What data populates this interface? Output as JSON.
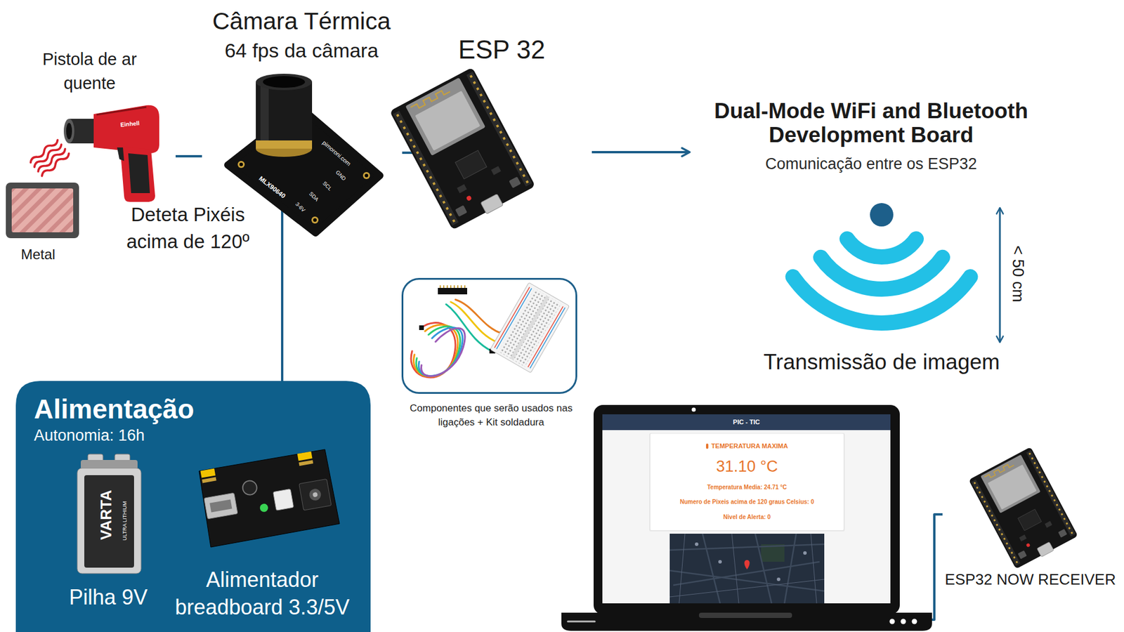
{
  "diagram": {
    "nodes": [
      {
        "text": [
          "Pistola de ar quente"
        ]
      },
      {
        "text": [
          "Metal"
        ]
      },
      {
        "text": [
          "Câmara Térmica",
          "64 fps da câmara"
        ]
      },
      {
        "text": [
          "ESP 32"
        ]
      },
      {
        "text": [
          "Dual-Mode WiFi and Bluetooth Development Board",
          "Comunicação entre os ESP32"
        ]
      },
      {
        "text": [
          "Transmissão de imagem"
        ]
      },
      {
        "text": [
          "Componentes que serão usados nas ligações + Kit soldadura"
        ]
      },
      {
        "text": [
          "Alimentação",
          "Autonomia: 16h"
        ]
      },
      {
        "text": [
          "Pilha 9V"
        ],
        "in": 7
      },
      {
        "text": [
          "Alimentador breadboard 3.3/5V"
        ],
        "in": 7
      },
      {
        "text": [
          "PIC - TIC"
        ]
      },
      {
        "text": [
          "TEMPERATURA MAXIMA",
          "31.10 °C",
          "Temperatura Media: 24.71 °C",
          "Numero de Pixeis acima de 120 graus Celsius: 0",
          "Nivel de Alerta: 0"
        ],
        "in": 10
      },
      {
        "text": [
          "ESP32 NOW RECEIVER"
        ]
      }
    ],
    "edges": [
      {
        "from": 0,
        "to": 2,
        "arrow": "none"
      },
      {
        "from": 2,
        "to": 3,
        "arrow": "none"
      },
      {
        "from": 3,
        "to": 4,
        "arrow": "to"
      },
      {
        "from": 2,
        "to": 7,
        "arrow": "none"
      },
      {
        "from": 12,
        "to": 10,
        "arrow": "none"
      }
    ],
    "labels": [
      "Deteta Pixéis acima de 120º",
      "< 50 cm",
      "Einhell",
      "pimoroni.com",
      "MLX90640",
      "3-6V",
      "SDA",
      "SCL",
      "GND",
      "VARTA",
      "ULTRA LITHIUM"
    ]
  }
}
